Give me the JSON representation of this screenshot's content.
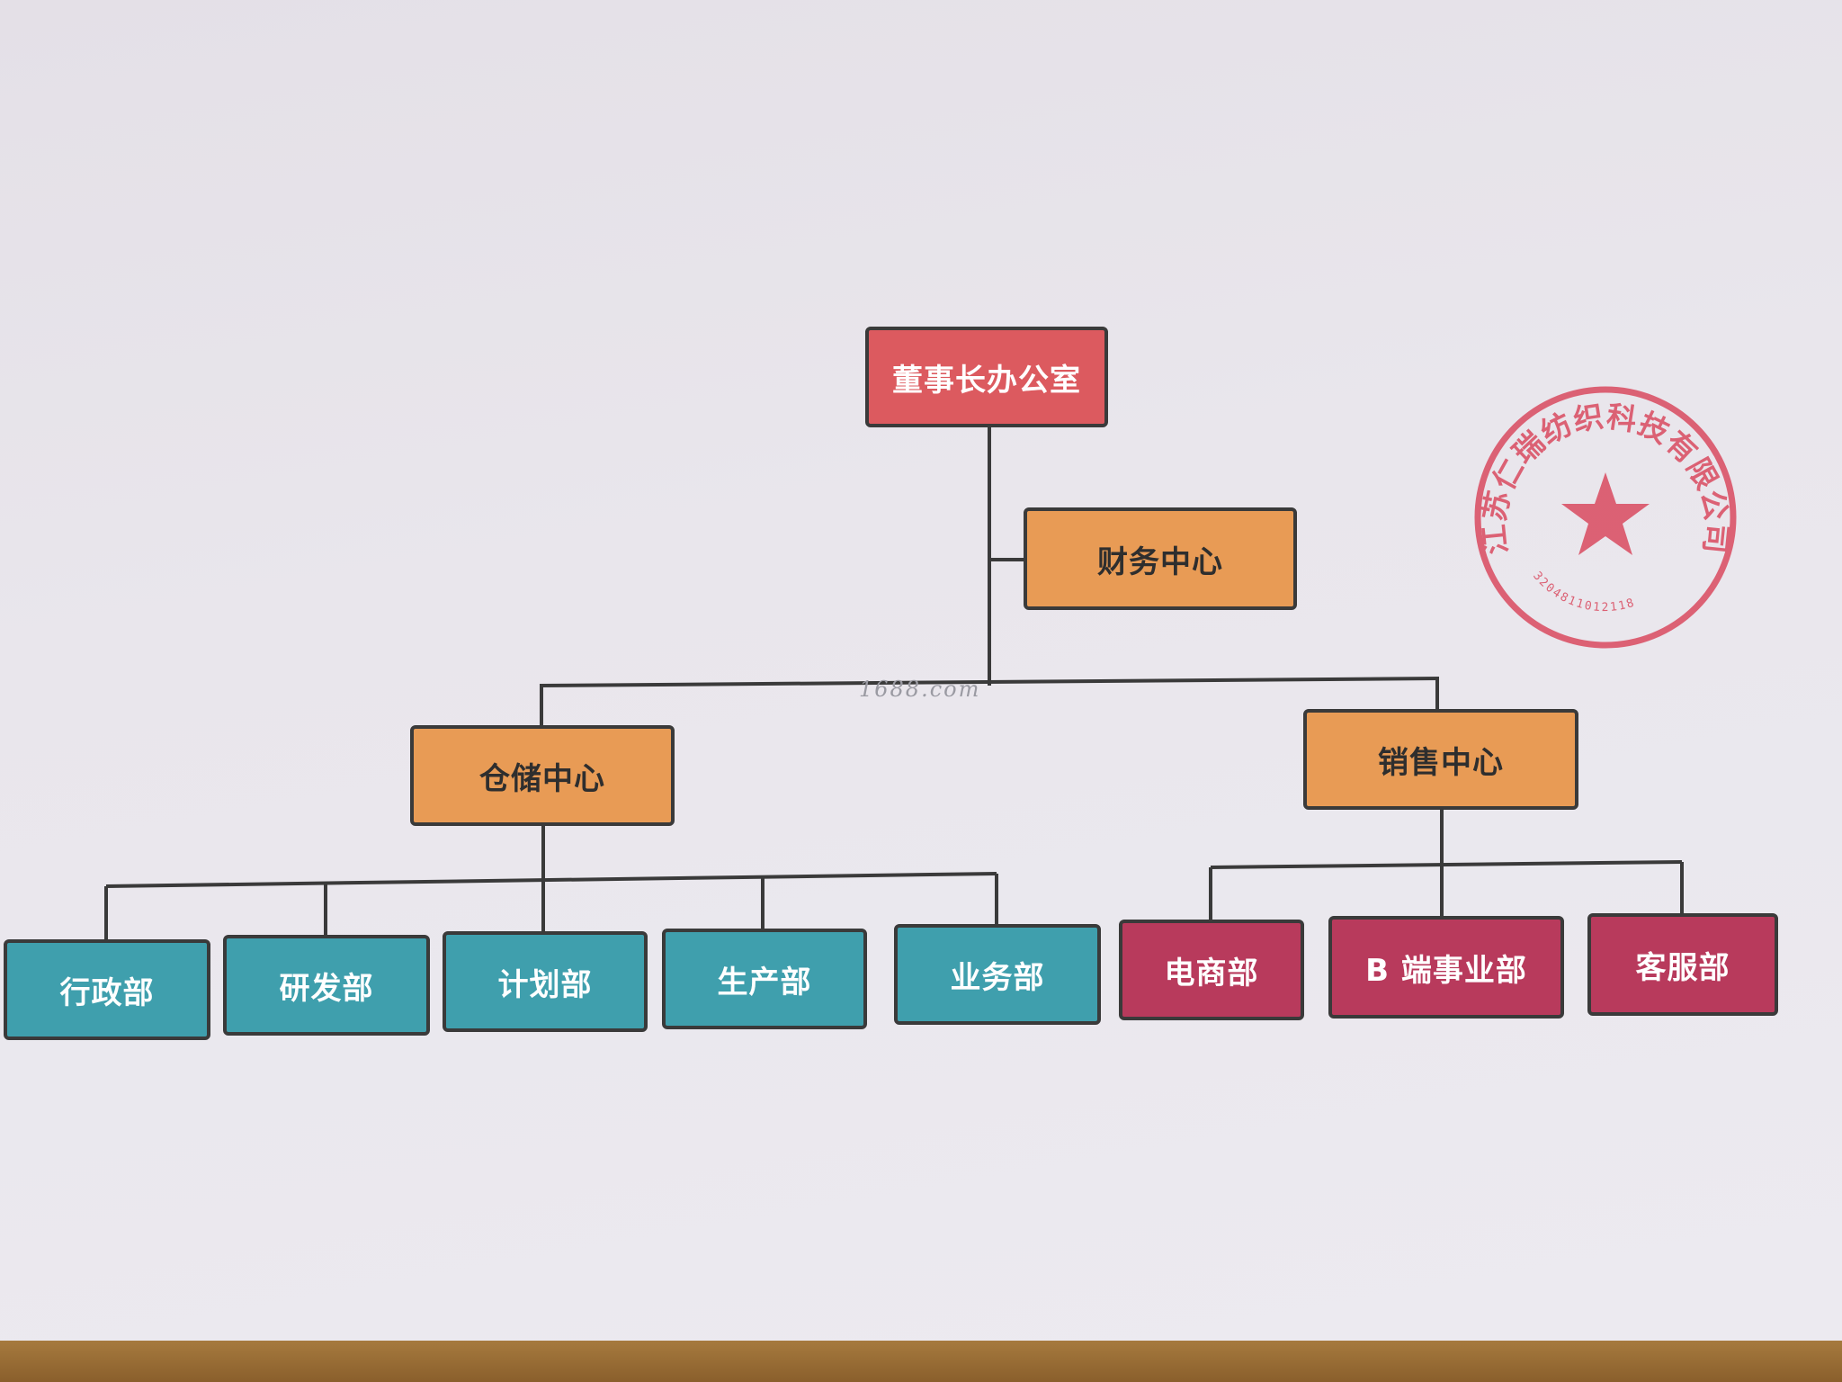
{
  "colors": {
    "top": "#dc5a5f",
    "center": "#e89b55",
    "warehouse_dept": "#3f9fad",
    "sales_dept": "#b83a5c",
    "line": "#3a3a3a",
    "seal": "#d9445a"
  },
  "org": {
    "board": "董事长办公室",
    "finance": "财务中心",
    "warehouse": "仓储中心",
    "sales": "销售中心",
    "warehouse_departments": [
      "行政部",
      "研发部",
      "计划部",
      "生产部",
      "业务部"
    ],
    "sales_departments": [
      "电商部",
      "B 端事业部",
      "客服部"
    ]
  },
  "watermark": "1688.com",
  "seal": {
    "company": "江苏仁瑞纺织科技有限公司",
    "code": "3204811012118",
    "emblem": "star-icon"
  }
}
